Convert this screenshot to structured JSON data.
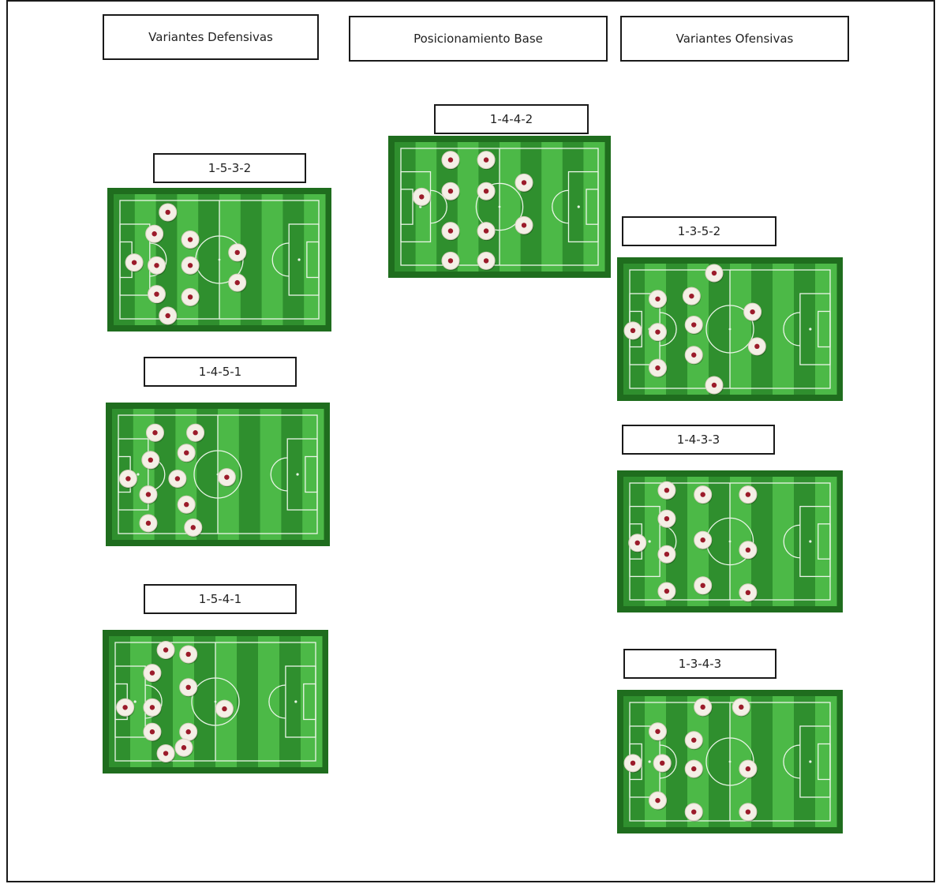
{
  "colors": {
    "border": "#1a1a1a",
    "grass_dark": "#2f8f2e",
    "grass_light": "#4cb947",
    "pitch_frame": "#1f6d1e",
    "line": "#e9f5e6",
    "disc": "#f4efe6",
    "disc_center": "#9b1b2a"
  },
  "headers": {
    "defensive": "Variantes Defensivas",
    "base": "Posicionamiento Base",
    "offensive": "Variantes Ofensivas"
  },
  "formations": [
    {
      "label": "1-4-4-2",
      "group": "base",
      "players": [
        [
          0.15,
          0.43
        ],
        [
          0.28,
          0.17
        ],
        [
          0.28,
          0.39
        ],
        [
          0.28,
          0.67
        ],
        [
          0.28,
          0.88
        ],
        [
          0.44,
          0.17
        ],
        [
          0.44,
          0.39
        ],
        [
          0.44,
          0.67
        ],
        [
          0.44,
          0.88
        ],
        [
          0.61,
          0.33
        ],
        [
          0.61,
          0.63
        ]
      ]
    },
    {
      "label": "1-5-3-2",
      "group": "defensive",
      "players": [
        [
          0.12,
          0.52
        ],
        [
          0.27,
          0.17
        ],
        [
          0.21,
          0.32
        ],
        [
          0.22,
          0.54
        ],
        [
          0.22,
          0.74
        ],
        [
          0.27,
          0.89
        ],
        [
          0.37,
          0.36
        ],
        [
          0.37,
          0.54
        ],
        [
          0.37,
          0.76
        ],
        [
          0.58,
          0.45
        ],
        [
          0.58,
          0.66
        ]
      ]
    },
    {
      "label": "1-3-5-2",
      "group": "offensive",
      "players": [
        [
          0.07,
          0.51
        ],
        [
          0.18,
          0.29
        ],
        [
          0.18,
          0.52
        ],
        [
          0.18,
          0.77
        ],
        [
          0.33,
          0.27
        ],
        [
          0.34,
          0.47
        ],
        [
          0.34,
          0.68
        ],
        [
          0.43,
          0.11
        ],
        [
          0.43,
          0.89
        ],
        [
          0.6,
          0.38
        ],
        [
          0.62,
          0.62
        ]
      ]
    },
    {
      "label": "1-4-5-1",
      "group": "defensive",
      "players": [
        [
          0.1,
          0.53
        ],
        [
          0.22,
          0.21
        ],
        [
          0.2,
          0.4
        ],
        [
          0.19,
          0.64
        ],
        [
          0.19,
          0.84
        ],
        [
          0.4,
          0.21
        ],
        [
          0.36,
          0.35
        ],
        [
          0.32,
          0.53
        ],
        [
          0.36,
          0.71
        ],
        [
          0.39,
          0.87
        ],
        [
          0.54,
          0.52
        ]
      ]
    },
    {
      "label": "1-4-3-3",
      "group": "offensive",
      "players": [
        [
          0.09,
          0.51
        ],
        [
          0.22,
          0.14
        ],
        [
          0.22,
          0.34
        ],
        [
          0.22,
          0.59
        ],
        [
          0.22,
          0.85
        ],
        [
          0.38,
          0.17
        ],
        [
          0.38,
          0.49
        ],
        [
          0.38,
          0.81
        ],
        [
          0.58,
          0.17
        ],
        [
          0.58,
          0.56
        ],
        [
          0.58,
          0.86
        ]
      ]
    },
    {
      "label": "1-5-4-1",
      "group": "defensive",
      "players": [
        [
          0.1,
          0.54
        ],
        [
          0.22,
          0.3
        ],
        [
          0.22,
          0.54
        ],
        [
          0.22,
          0.71
        ],
        [
          0.28,
          0.14
        ],
        [
          0.28,
          0.86
        ],
        [
          0.38,
          0.17
        ],
        [
          0.38,
          0.4
        ],
        [
          0.38,
          0.71
        ],
        [
          0.36,
          0.82
        ],
        [
          0.54,
          0.55
        ]
      ]
    },
    {
      "label": "1-3-4-3",
      "group": "offensive",
      "players": [
        [
          0.07,
          0.51
        ],
        [
          0.18,
          0.29
        ],
        [
          0.2,
          0.51
        ],
        [
          0.18,
          0.77
        ],
        [
          0.34,
          0.35
        ],
        [
          0.34,
          0.55
        ],
        [
          0.34,
          0.85
        ],
        [
          0.38,
          0.12
        ],
        [
          0.55,
          0.12
        ],
        [
          0.58,
          0.55
        ],
        [
          0.58,
          0.85
        ]
      ]
    }
  ]
}
